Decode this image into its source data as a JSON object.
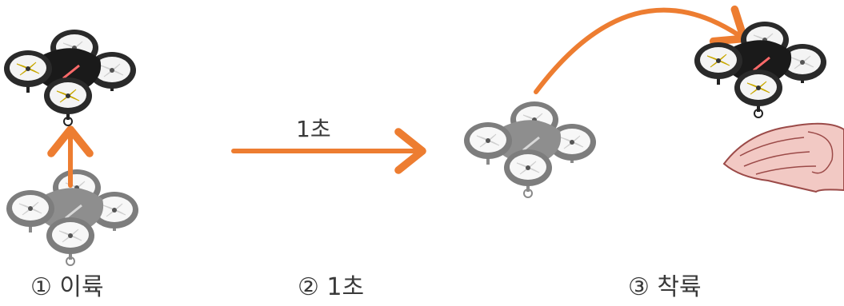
{
  "steps": [
    {
      "label": "① 이륙"
    },
    {
      "label": "② 1초"
    },
    {
      "label": "③ 착륙"
    }
  ],
  "arrow_label": "1초",
  "colors": {
    "arrow": "#ed7d31",
    "drone_body_active": "#1a1a1a",
    "drone_prop_active": "#f5d000",
    "drone_gray": "#8a8a8a",
    "hand": "#f2c9c4",
    "hand_outline": "#9b4a48"
  },
  "icons": [
    "drone-icon",
    "hand-icon",
    "arrow-icon"
  ]
}
